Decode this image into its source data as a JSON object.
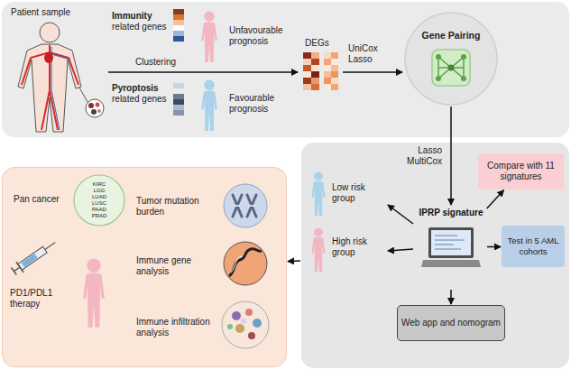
{
  "diagram": {
    "nodes": [
      {
        "text": [
          "Patient sample",
          "Immunity related genes",
          "Pyroptosis related genes",
          "Clustering",
          "Unfavourable prognosis",
          "Favourable prognosis",
          "DEGs",
          "UniCox Lasso"
        ]
      },
      {
        "text": [
          "Gene Pairing"
        ],
        "in": 0
      },
      {
        "text": [
          "Low risk group",
          "High risk group"
        ]
      },
      {
        "text": [
          "IPRP signature"
        ],
        "in": 2
      },
      {
        "text": [
          "Compare with 11 signatures"
        ],
        "in": 2
      },
      {
        "text": [
          "Test in 5 AML cohorts"
        ],
        "in": 2
      },
      {
        "text": [
          "Web app and nomogram"
        ],
        "in": 2
      },
      {
        "text": [
          "Pan cancer",
          "PD1/PDL1 therapy",
          "Tumor mutation burden",
          "Immune gene analysis",
          "Immune infiltration analysis"
        ]
      },
      {
        "text": [
          "KIRC LGG LUAD LUSC PAAD PRAD"
        ],
        "in": 7
      }
    ],
    "edges": [
      {
        "from": 1,
        "to": 3,
        "arrow": "to",
        "label": "Lasso MultiCox"
      },
      {
        "from": 3,
        "to": 4,
        "arrow": "to"
      },
      {
        "from": 3,
        "to": 5,
        "arrow": "to"
      },
      {
        "from": 3,
        "to": 6,
        "arrow": "to"
      },
      {
        "from": 2,
        "to": 7,
        "arrow": "to"
      }
    ]
  }
}
